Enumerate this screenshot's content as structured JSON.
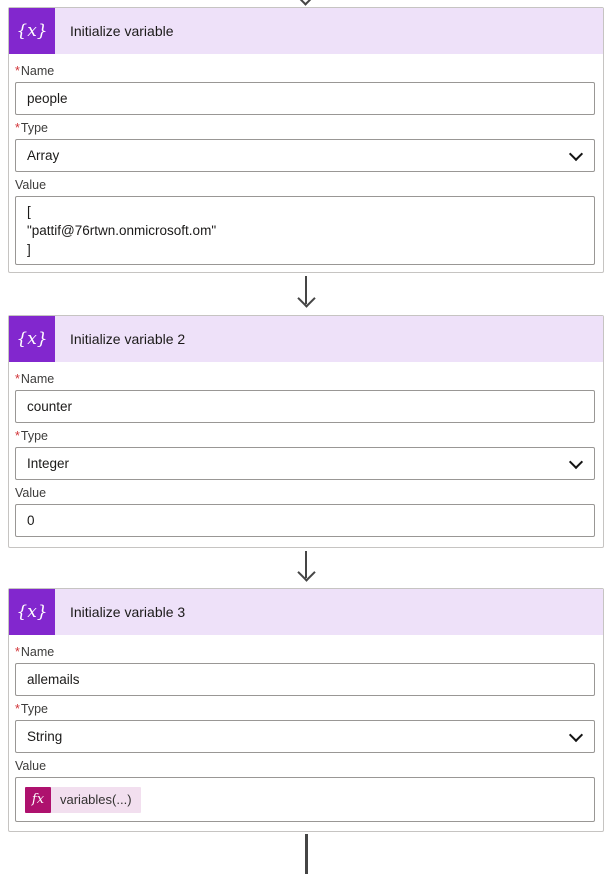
{
  "ui": {
    "required_marker": "*",
    "labels": {
      "name": "Name",
      "type": "Type",
      "value": "Value"
    }
  },
  "cards": [
    {
      "title": "Initialize variable",
      "icon_glyph": "{x}",
      "name_value": "people",
      "type_value": "Array",
      "value_text": "[\n\"pattif@76rtwn.onmicrosoft.om\"\n]"
    },
    {
      "title": "Initialize variable 2",
      "icon_glyph": "{x}",
      "name_value": "counter",
      "type_value": "Integer",
      "value_text": "0"
    },
    {
      "title": "Initialize variable 3",
      "icon_glyph": "{x}",
      "name_value": "allemails",
      "type_value": "String",
      "expression": {
        "badge_glyph": "fx",
        "label": "variables(...)"
      }
    }
  ],
  "colors": {
    "action_icon_bg": "#8227CE",
    "header_bg": "#EEE1F9",
    "card_border": "#C6C4C2",
    "input_border": "#999795",
    "fx_badge_bg": "#AE116E",
    "fx_chip_bg": "#F2DFEF",
    "arrow": "#454545",
    "required_marker": "#D13438"
  }
}
